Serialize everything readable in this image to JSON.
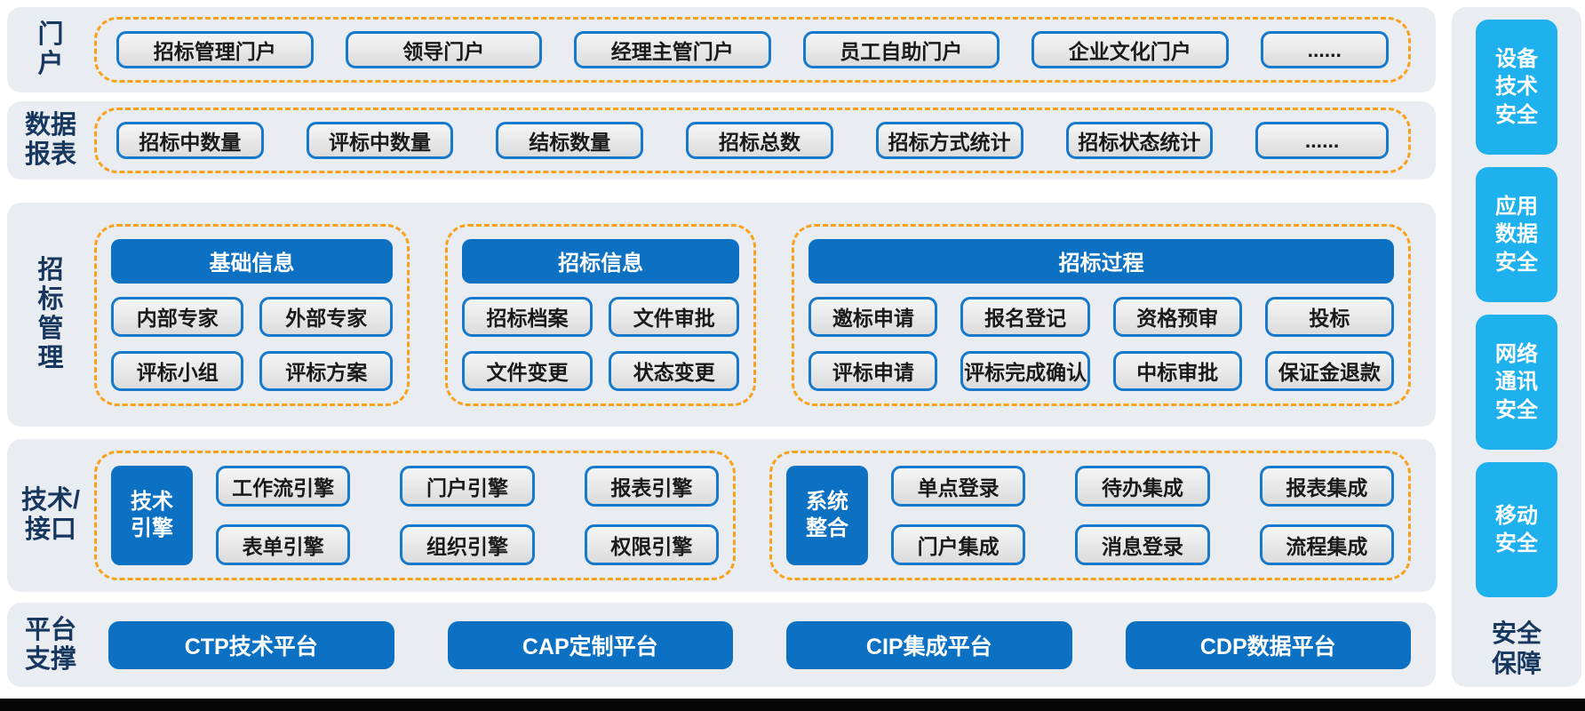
{
  "colors": {
    "primary_blue": "#0D71C3",
    "security_cyan": "#1FB0EE",
    "dashed_orange": "#F9A11B",
    "panel_bg": "#E9EDF2",
    "button_bg": "#E9E9E9",
    "button_border": "#1779CC",
    "label_navy": "#17375E"
  },
  "portal": {
    "label": "门\n户",
    "items": [
      "招标管理门户",
      "领导门户",
      "经理主管门户",
      "员工自助门户",
      "企业文化门户",
      "......"
    ]
  },
  "reports": {
    "label": "数据\n报表",
    "items": [
      "招标中数量",
      "评标中数量",
      "结标数量",
      "招标总数",
      "招标方式统计",
      "招标状态统计",
      "......"
    ]
  },
  "bidding": {
    "label": "招\n标\n管\n理",
    "groups": [
      {
        "header": "基础信息",
        "items": [
          "内部专家",
          "外部专家",
          "评标小组",
          "评标方案"
        ]
      },
      {
        "header": "招标信息",
        "items": [
          "招标档案",
          "文件审批",
          "文件变更",
          "状态变更"
        ]
      },
      {
        "header": "招标过程",
        "items": [
          "邀标申请",
          "报名登记",
          "资格预审",
          "投标",
          "评标申请",
          "评标完成确认",
          "中标审批",
          "保证金退款"
        ]
      }
    ]
  },
  "tech": {
    "label": "技术/\n接口",
    "groups": [
      {
        "side": "技术\n引擎",
        "items": [
          "工作流引擎",
          "门户引擎",
          "报表引擎",
          "表单引擎",
          "组织引擎",
          "权限引擎"
        ]
      },
      {
        "side": "系统\n整合",
        "items": [
          "单点登录",
          "待办集成",
          "报表集成",
          "门户集成",
          "消息登录",
          "流程集成"
        ]
      }
    ]
  },
  "platform": {
    "label": "平台\n支撑",
    "items": [
      "CTP技术平台",
      "CAP定制平台",
      "CIP集成平台",
      "CDP数据平台"
    ]
  },
  "security": {
    "items": [
      "设备\n技术\n安全",
      "应用\n数据\n安全",
      "网络\n通讯\n安全",
      "移动\n安全"
    ],
    "footer": "安全\n保障"
  }
}
